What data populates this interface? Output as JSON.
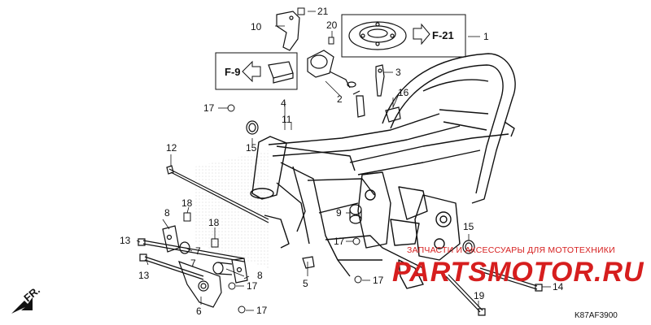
{
  "diagram": {
    "labels": {
      "p1": "1",
      "p2": "2",
      "p3": "3",
      "p4": "4",
      "p5": "5",
      "p6": "6",
      "p7a": "7",
      "p7b": "7",
      "p8a": "8",
      "p8b": "8",
      "p9": "9",
      "p10": "10",
      "p11": "11",
      "p12": "12",
      "p13a": "13",
      "p13b": "13",
      "p14": "14",
      "p15a": "15",
      "p15b": "15",
      "p16": "16",
      "p17a": "17",
      "p17b": "17",
      "p17c": "17",
      "p17d": "17",
      "p17e": "17",
      "p18a": "18",
      "p18b": "18",
      "p19": "19",
      "p20": "20",
      "p21": "21"
    },
    "refs": {
      "f21": "F-21",
      "f9": "F-9",
      "fr": "FR."
    },
    "diagram_code": "K87AF3900"
  },
  "watermark": {
    "caption": "ЗАПЧАСТИ И АКСЕССУАРЫ ДЛЯ МОТОТЕХНИКИ",
    "logo": "PARTSMOTOR.RU"
  }
}
